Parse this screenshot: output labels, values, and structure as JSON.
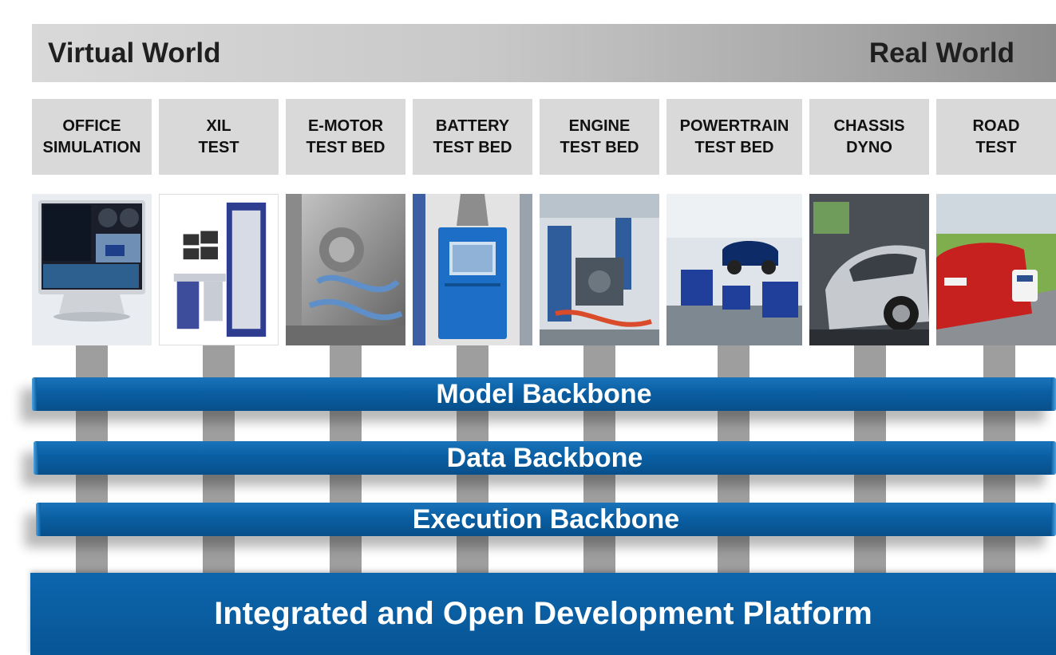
{
  "header": {
    "left_label": "Virtual World",
    "right_label": "Real World"
  },
  "stages": [
    {
      "line1": "OFFICE",
      "line2": "SIMULATION",
      "icon": "office-simulation-photo"
    },
    {
      "line1": "XIL",
      "line2": "TEST",
      "icon": "xil-test-photo"
    },
    {
      "line1": "E-MOTOR",
      "line2": "TEST BED",
      "icon": "e-motor-test-bed-photo"
    },
    {
      "line1": "BATTERY",
      "line2": "TEST BED",
      "icon": "battery-test-bed-photo"
    },
    {
      "line1": "ENGINE",
      "line2": "TEST BED",
      "icon": "engine-test-bed-photo"
    },
    {
      "line1": "POWERTRAIN",
      "line2": "TEST BED",
      "icon": "powertrain-test-bed-photo"
    },
    {
      "line1": "CHASSIS",
      "line2": "DYNO",
      "icon": "chassis-dyno-photo"
    },
    {
      "line1": "ROAD",
      "line2": "TEST",
      "icon": "road-test-photo"
    }
  ],
  "backbones": {
    "model": "Model Backbone",
    "data": "Data Backbone",
    "execution": "Execution Backbone"
  },
  "platform": {
    "label": "Integrated and Open Development Platform"
  },
  "colors": {
    "backbone_blue": "#0a5fa3",
    "header_gray": "#c8c8c8",
    "stage_label_gray": "#d9d9d9",
    "connector_gray": "#9e9e9e"
  }
}
